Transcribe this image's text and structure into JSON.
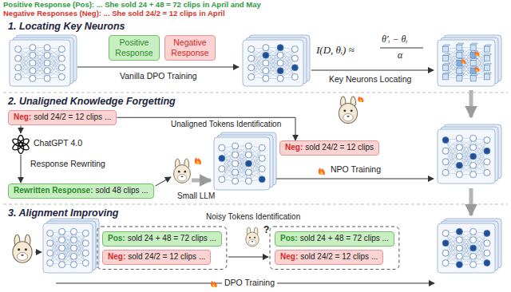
{
  "diagram": {
    "nodes": [
      {
        "text": [
          "Positive Response"
        ]
      },
      {
        "text": [
          "Negative Response"
        ]
      },
      {
        "text": [
          "Neg:",
          "sold 24/2 = 12 clips ..."
        ]
      },
      {
        "text": [
          "Rewritten Response:",
          "sold 48 clips ..."
        ]
      },
      {
        "text": [
          "Neg:",
          "sold 24/2 = 12 clips"
        ]
      },
      {
        "text": [
          "Pos:",
          "sold 24 + 48 = 72 clips ..."
        ]
      },
      {
        "text": [
          "Neg:",
          "sold 24/2 = 12 clips ..."
        ]
      },
      {
        "text": [
          "Pos:",
          "sold 24 + 48 = 72 clips ..."
        ]
      },
      {
        "text": [
          "Neg:",
          "sold 24/2 = 12 clips ..."
        ]
      }
    ],
    "edges": [
      {
        "from": 2,
        "to": 4,
        "label": "Unaligned Tokens Identification",
        "arrow": "to"
      }
    ],
    "labels": [
      "Positive Response (Pos): ... She sold 24 + 48 = 72 clips in April and May",
      "Negative Responses (Neg): ... She sold 24/2 = 12 clips in April",
      "1. Locating Key Neurons",
      "Vanilla DPO Training",
      "I(D, θᵢ) ≈",
      "θ′ᵢ − θᵢ",
      "α",
      "Key Neurons Locating",
      "2. Unaligned Knowledge Forgetting",
      "ChatGPT 4.0",
      "Response Rewriting",
      "Small LLM",
      "NPO Training",
      "3. Alignment Improving",
      "Noisy Tokens Identification",
      "?",
      "DPO Training"
    ]
  }
}
